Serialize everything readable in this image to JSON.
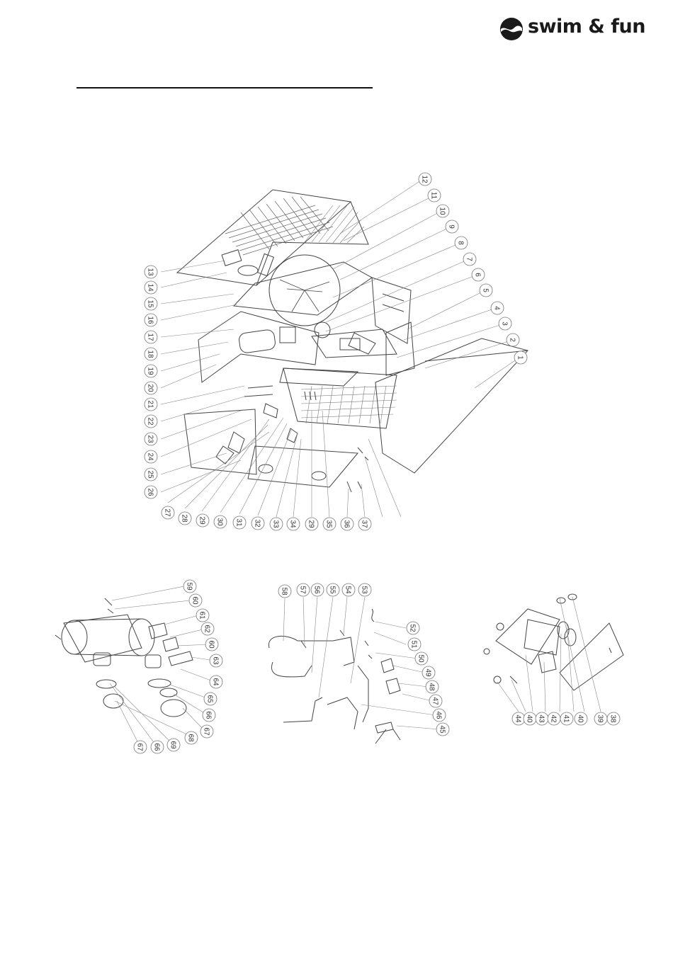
{
  "brand": {
    "name": "swim & fun"
  },
  "main_diagram": {
    "callouts": [
      "12",
      "11",
      "10",
      "9",
      "8",
      "7",
      "6",
      "5",
      "4",
      "3",
      "2",
      "1",
      "13",
      "14",
      "15",
      "16",
      "17",
      "18",
      "19",
      "20",
      "21",
      "22",
      "23",
      "24",
      "25",
      "26",
      "27",
      "28",
      "29",
      "30",
      "31",
      "32",
      "33",
      "34",
      "29",
      "35",
      "36",
      "37"
    ]
  },
  "left_diagram": {
    "callouts": [
      "59",
      "60",
      "61",
      "62",
      "60",
      "63",
      "64",
      "65",
      "66",
      "67",
      "68",
      "69",
      "66",
      "67"
    ]
  },
  "middle_diagram": {
    "callouts": [
      "58",
      "57",
      "56",
      "55",
      "54",
      "53",
      "52",
      "51",
      "50",
      "49",
      "48",
      "47",
      "46",
      "45"
    ]
  },
  "right_diagram": {
    "callouts": [
      "44",
      "40",
      "43",
      "42",
      "41",
      "40",
      "39",
      "38"
    ]
  }
}
